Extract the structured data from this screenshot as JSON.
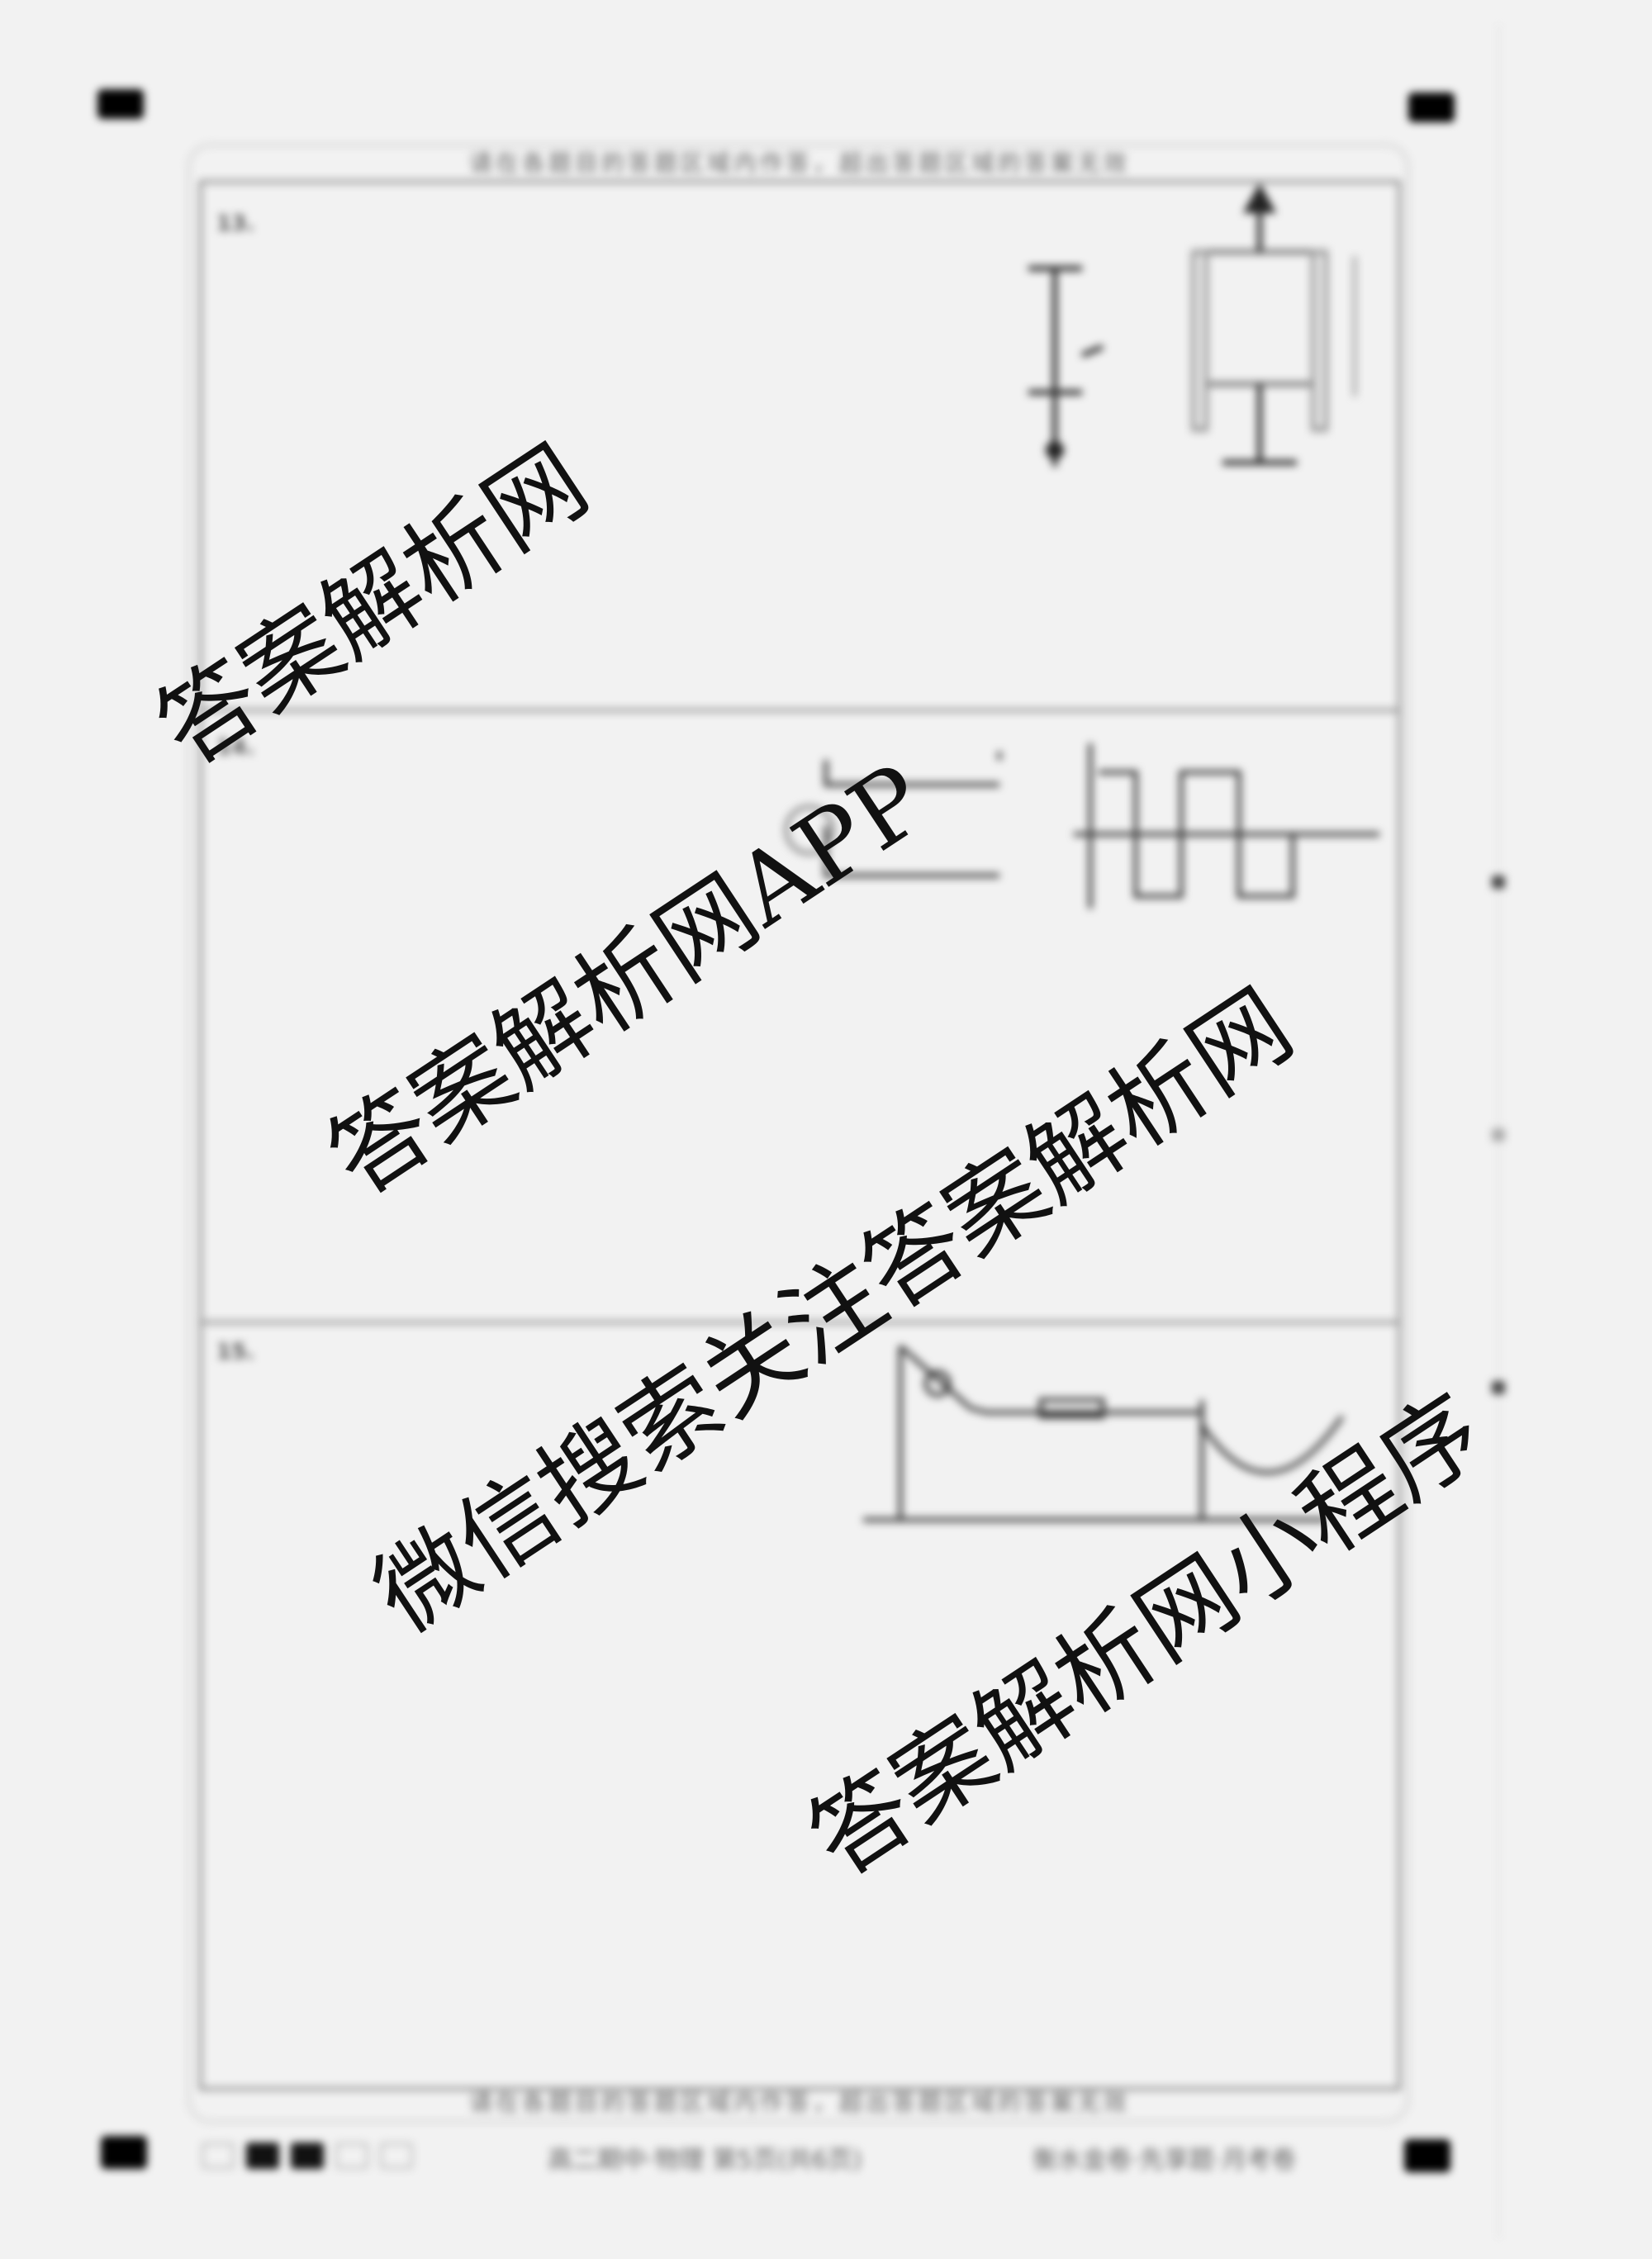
{
  "header": {
    "instruction": "请在各题目的答题区域内作答，超出答题区域的答案无效"
  },
  "questions": [
    {
      "number": "13."
    },
    {
      "number": "14."
    },
    {
      "number": "15."
    }
  ],
  "footer": {
    "instruction": "请在各题目的答题区域内作答，超出答题区域的答案无效",
    "page_info": "高二期中·物理 第5页(共6页)",
    "brand": "衡水金卷·先享题·月考卷"
  },
  "watermarks": [
    "答案解析网",
    "答案解析网APP",
    "微信搜索关注答案解析网",
    "答案解析网小程序"
  ]
}
